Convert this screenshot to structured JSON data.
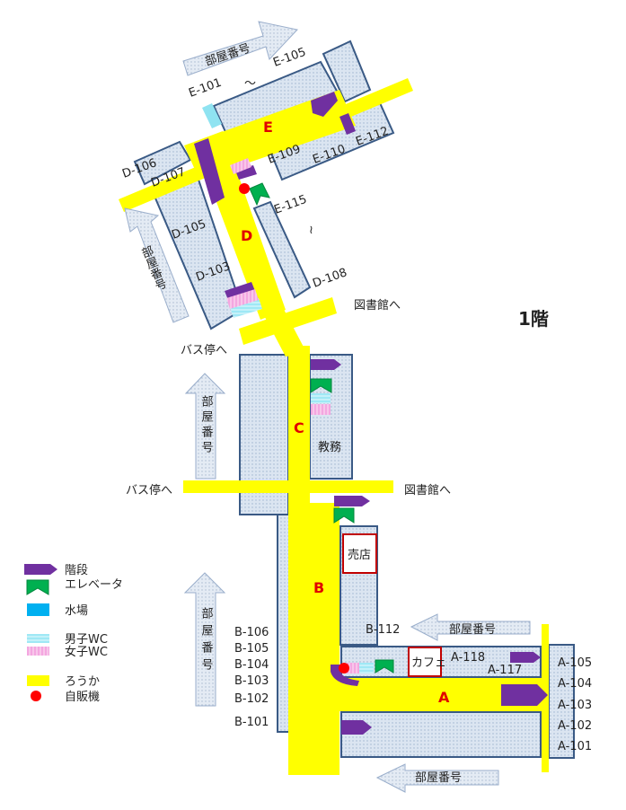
{
  "floor_label": "1階",
  "zones": {
    "a": "A",
    "b": "B",
    "c": "C",
    "d": "D",
    "e": "E"
  },
  "directions": {
    "room_numbers": "部屋番号",
    "to_library": "図書館へ",
    "to_bus_stop": "バス停へ"
  },
  "facilities": {
    "shop": "売店",
    "cafe": "カフェ",
    "office": "教務"
  },
  "rooms": {
    "e101": "E-101",
    "tilde": "～",
    "e105": "E-105",
    "e109": "E-109",
    "e110": "E-110",
    "e112": "E-112",
    "e115": "E-115",
    "d106": "D-106",
    "d107": "D-107",
    "d105": "D-105",
    "d103": "D-103",
    "d108": "D-108",
    "wave": "≀",
    "b106": "B-106",
    "b105": "B-105",
    "b104": "B-104",
    "b103": "B-103",
    "b102": "B-102",
    "b101": "B-101",
    "b112": "B-112",
    "a118": "A-118",
    "a117": "A-117",
    "a105": "A-105",
    "a104": "A-104",
    "a103": "A-103",
    "a102": "A-102",
    "a101": "A-101"
  },
  "legend": {
    "stairs": "階段",
    "elevator": "エレベータ",
    "water": "水場",
    "men_wc": "男子WC",
    "women_wc": "女子WC",
    "corridor": "ろうか",
    "vending": "自販機"
  },
  "colors": {
    "corridor": "#ffff00",
    "room_fill": "#dbe5f1",
    "room_stroke": "#3a5a85",
    "stairs": "#7030a0",
    "elevator": "#00b050",
    "water": "#00b0f0",
    "men_wc": "#9fe8f5",
    "women_wc": "#f4a6e0",
    "vending": "#ff0000",
    "zone_label": "#e00000",
    "highlight_box": "#c00000",
    "arrow_fill": "#dce6f2"
  }
}
